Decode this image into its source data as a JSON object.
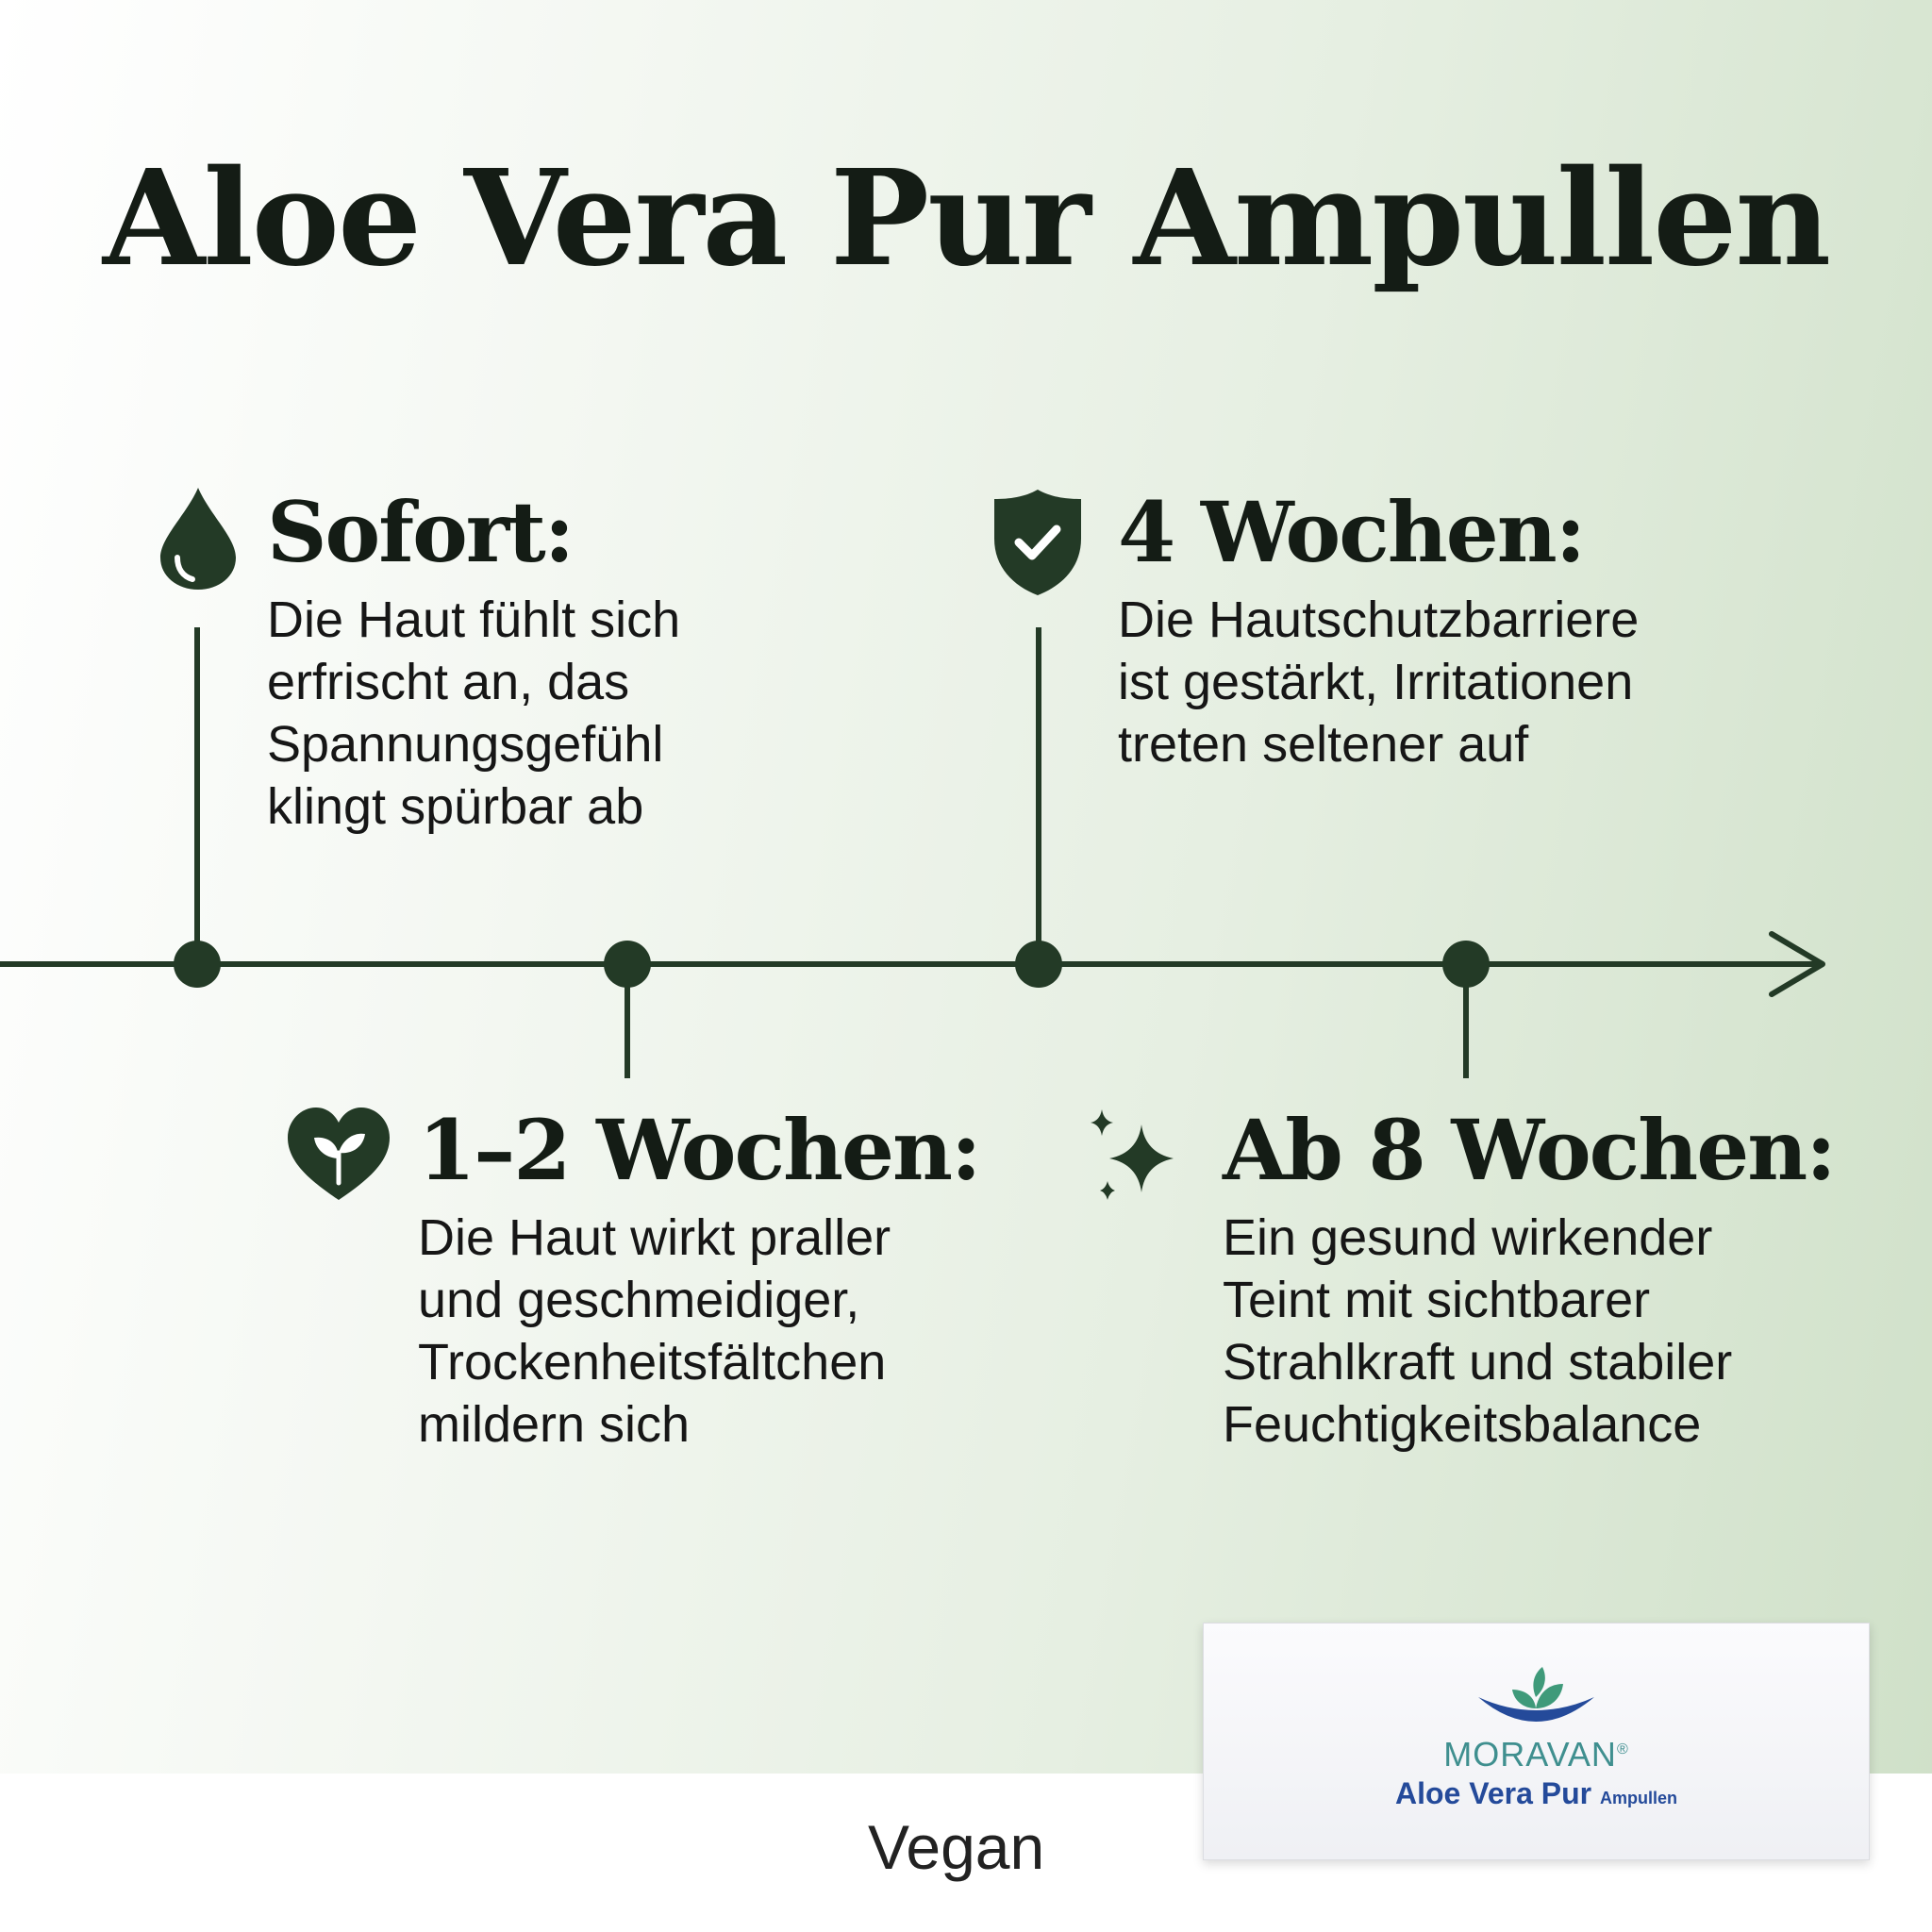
{
  "title": "Aloe Vera Pur Ampullen",
  "milestones": [
    {
      "heading": "Sofort:",
      "text": "Die Haut fühlt sich\nerfrischt an, das\nSpannungsgefühl\nklingt spürbar ab",
      "icon": "water-drop-icon"
    },
    {
      "heading": "1–2 Wochen:",
      "text": "Die Haut wirkt praller\nund geschmeidiger,\nTrockenheitsfältchen\nmildern sich",
      "icon": "heart-leaf-icon"
    },
    {
      "heading": "4 Wochen:",
      "text": "Die Hautschutzbarriere\nist gestärkt, Irritationen\ntreten seltener auf",
      "icon": "shield-check-icon"
    },
    {
      "heading": "Ab 8 Wochen:",
      "text": "Ein gesund wirkender\nTeint mit sichtbarer\nStrahlkraft und stabiler\nFeuchtigkeitsbalance",
      "icon": "sparkles-icon"
    }
  ],
  "footer": {
    "label": "Vegan"
  },
  "product": {
    "brand": "MORAVAN",
    "brand_mark": "®",
    "name_bold": "Aloe Vera Pur",
    "name_small": "Ampullen"
  },
  "colors": {
    "dark_green": "#233a26",
    "brand_teal": "#3f8f8f",
    "brand_blue": "#244a9a"
  }
}
